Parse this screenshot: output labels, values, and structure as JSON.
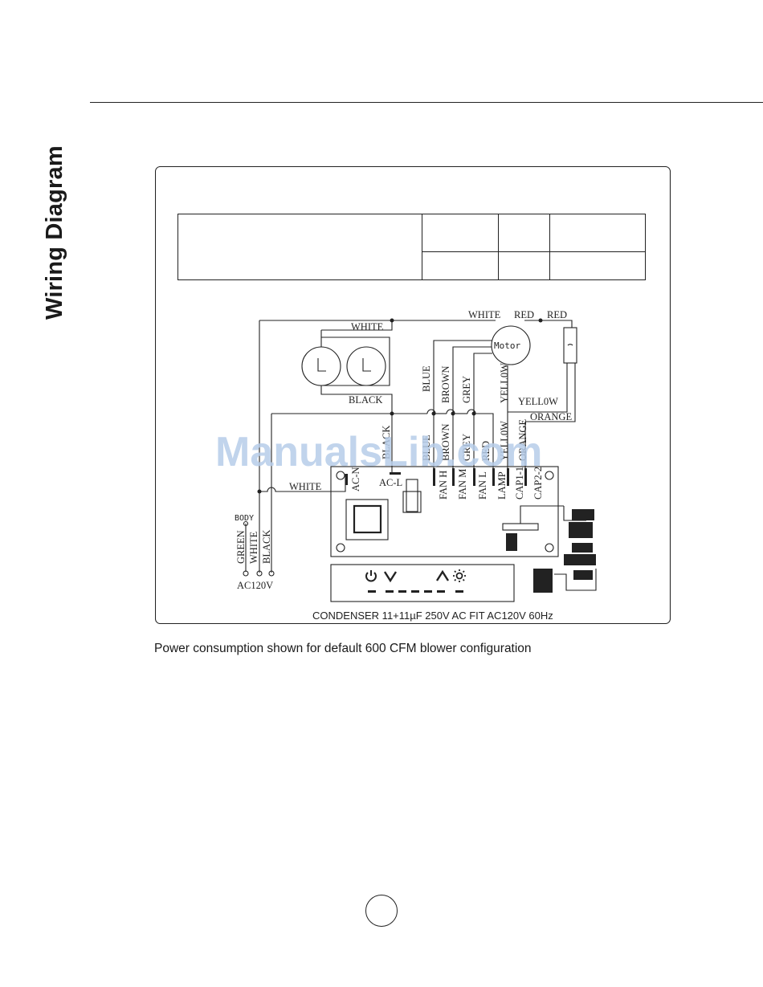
{
  "page": {
    "title": "Wiring Diagram",
    "caption": "Power consumption shown for default 600 CFM blower configuration"
  },
  "diagram": {
    "motor_label": "Motor",
    "condenser_note": "CONDENSER 11+11µF 250V   AC  FIT  AC120V 60Hz",
    "watermark": "ManualsLib.com",
    "wire_labels": {
      "white_top": "WHITE",
      "red_1": "RED",
      "red_2": "RED",
      "white_lamp": "WHITE",
      "black_lamp": "BLACK",
      "blue": "BLUE",
      "brown": "BROWN",
      "grey": "GREY",
      "yellow_motor": "YELL0W",
      "yellow_cap": "YELL0W",
      "orange_cap": "ORANGE",
      "black_down": "BLACK",
      "blue_down": "BLUE",
      "brown_down": "BROWN",
      "grey_down": "GREY",
      "red_down": "RED",
      "yellow_down": "YELL0W",
      "orange_down": "ORANGE",
      "white_board": "WHITE",
      "body": "BODY",
      "green_supply": "GREEN",
      "white_supply": "WHITE",
      "black_supply": "BLACK",
      "ac120v": "AC120V"
    },
    "terminals": {
      "ac_n": "AC-N",
      "ac_l": "AC-L",
      "fan_h": "FAN H",
      "fan_m": "FAN M",
      "fan_l": "FAN L",
      "lamp": "LAMP",
      "cap1": "CAP1-1",
      "cap2": "CAP2-2"
    },
    "colors": {
      "line": "#222222",
      "watermark": "#b7cde9"
    }
  }
}
